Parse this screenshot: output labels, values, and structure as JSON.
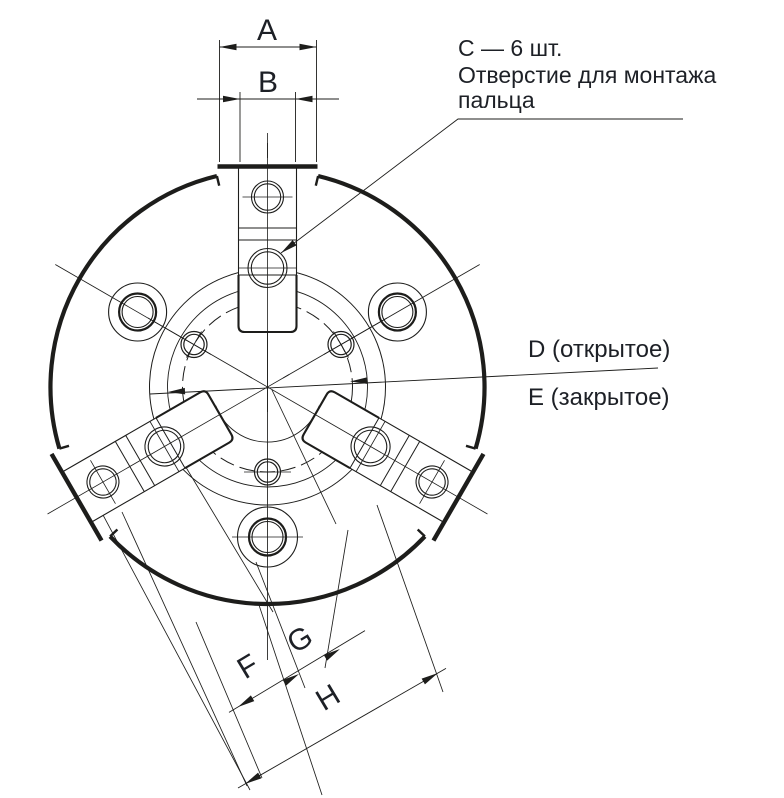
{
  "drawing": {
    "kind": "lathe-chuck-front-view-technical-drawing",
    "dimensions": {
      "a": "A",
      "b": "B",
      "f": "F",
      "g": "G",
      "h": "H",
      "d_open": "D (открытое)",
      "e_closed": "E (закрытое)"
    },
    "callout_c": {
      "line1": "C — 6 шт.",
      "line2": "Отверстие для монтажа",
      "line3": "пальца"
    },
    "colors": {
      "line": "#1d1d1b",
      "text": "#1d2026",
      "background": "#ffffff"
    }
  }
}
